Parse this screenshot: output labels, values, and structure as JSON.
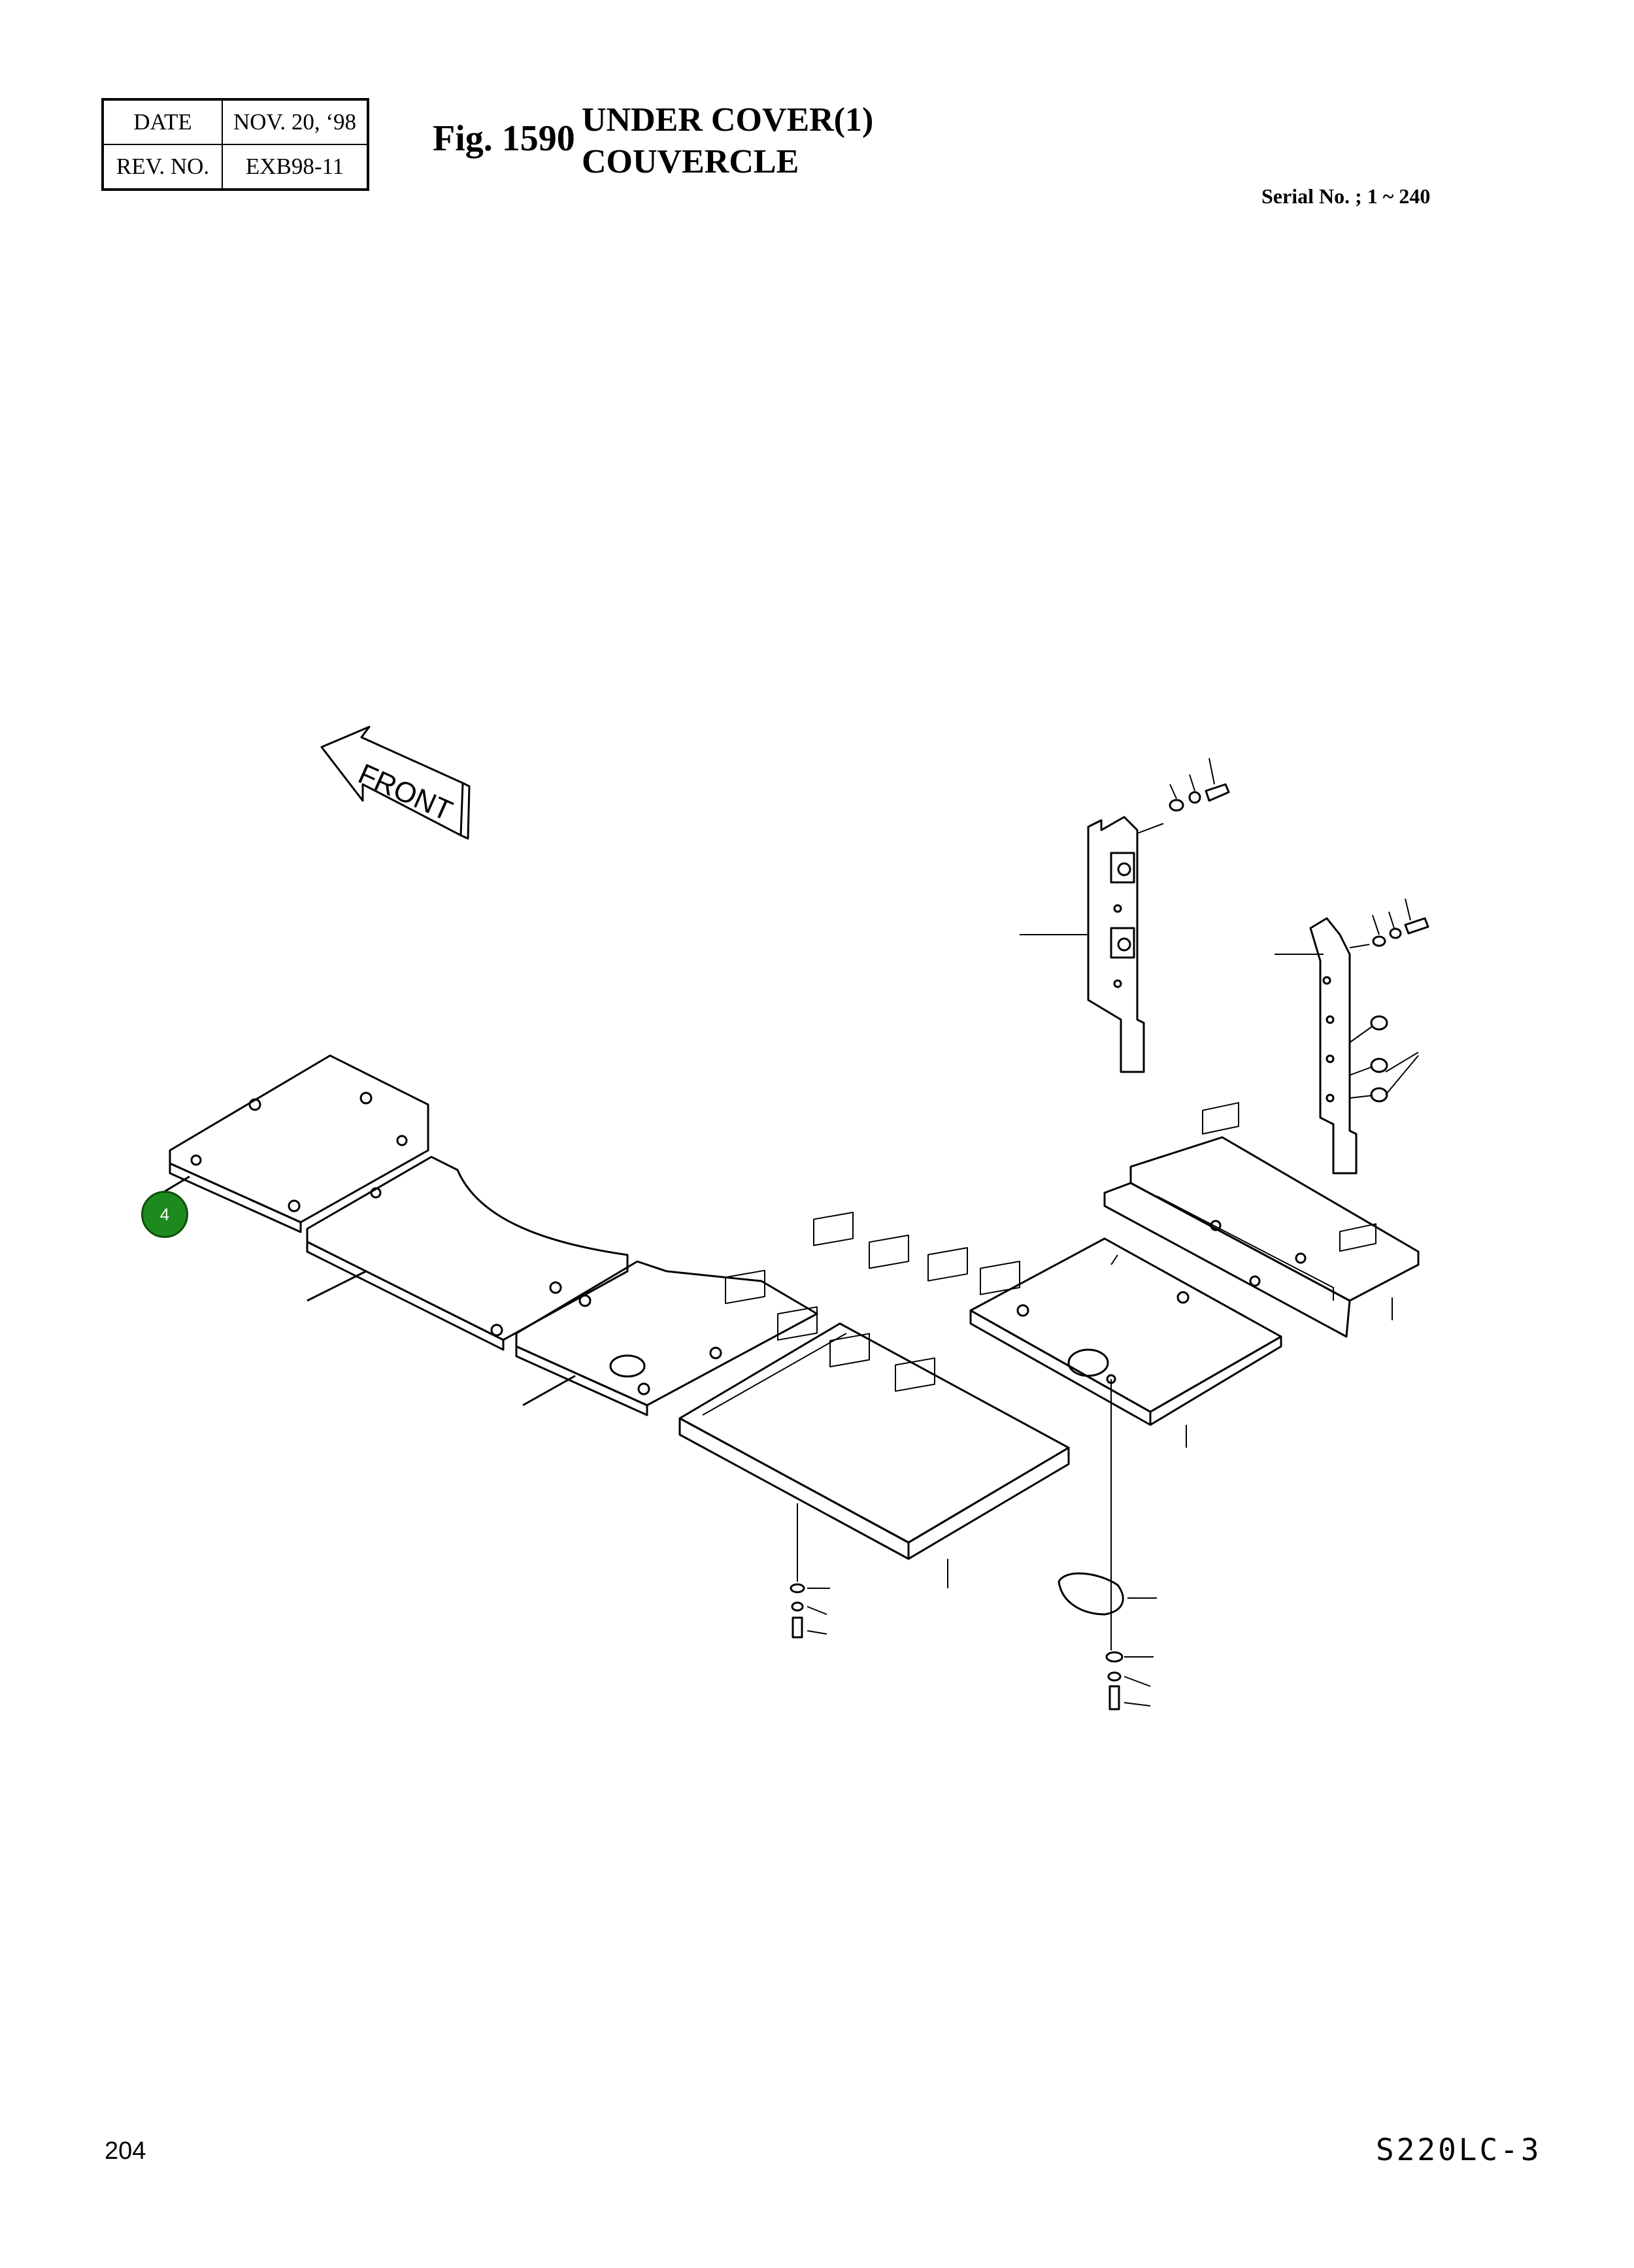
{
  "header": {
    "date_label": "DATE",
    "date_value": "NOV. 20, ‘98",
    "rev_label": "REV. NO.",
    "rev_value": "EXB98-11",
    "fig_number": "Fig. 1590",
    "title_en": "UNDER COVER(1)",
    "title_fr": "COUVERCLE",
    "serial": "Serial No. ; 1 ~ 240"
  },
  "diagram": {
    "front_label": "FRONT",
    "callouts": [
      {
        "label": "4"
      }
    ]
  },
  "footer": {
    "page_number": "204",
    "model": "S220LC-3"
  },
  "colors": {
    "callout_fill": "#1e8a1e",
    "line": "#000000"
  }
}
